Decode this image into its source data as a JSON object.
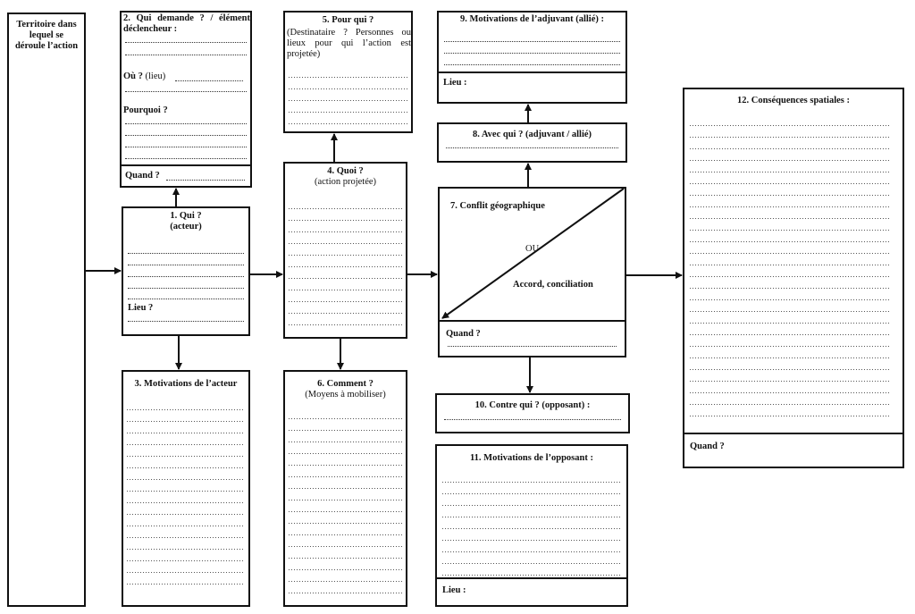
{
  "territoire": {
    "label": "Territoire dans lequel se déroule l’action"
  },
  "box1": {
    "title": "1. Qui ?",
    "subtitle": "(acteur)",
    "lieu": "Lieu ?"
  },
  "box2": {
    "title": "2. Qui demande ? / élément déclencheur :",
    "ou_label": "Où ?",
    "ou_hint": "(lieu)",
    "pourquoi": "Pourquoi ?",
    "quand": "Quand ?"
  },
  "box3": {
    "title": "3. Motivations de l’acteur"
  },
  "box4": {
    "title": "4. Quoi ?",
    "subtitle": "(action projetée)"
  },
  "box5": {
    "title": "5. Pour qui ?",
    "subtitle": "(Destinataire ? Personnes ou lieux pour qui l’action est projetée)"
  },
  "box6": {
    "title": "6. Comment ?",
    "subtitle": "(Moyens à mobiliser)"
  },
  "box7": {
    "title": "7. Conflit géographique",
    "ou": "OU",
    "accord": "Accord, conciliation",
    "quand": "Quand ?"
  },
  "box8": {
    "title": "8. Avec qui ? (adjuvant / allié)"
  },
  "box9": {
    "title": "9. Motivations de l’adjuvant (allié) :",
    "lieu": "Lieu :"
  },
  "box10": {
    "title": "10. Contre qui ? (opposant) :"
  },
  "box11": {
    "title": "11. Motivations de l’opposant :",
    "lieu": "Lieu :"
  },
  "box12": {
    "title": "12. Conséquences spatiales :",
    "quand": "Quand ?"
  }
}
